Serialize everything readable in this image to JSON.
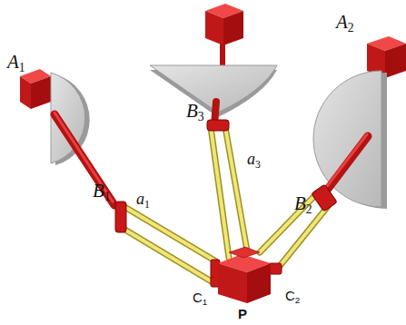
{
  "diagram": {
    "labels": [
      "A1",
      "B1",
      "a1",
      "C1",
      "P",
      "B3",
      "a3",
      "B2",
      "A2",
      "C2"
    ]
  }
}
